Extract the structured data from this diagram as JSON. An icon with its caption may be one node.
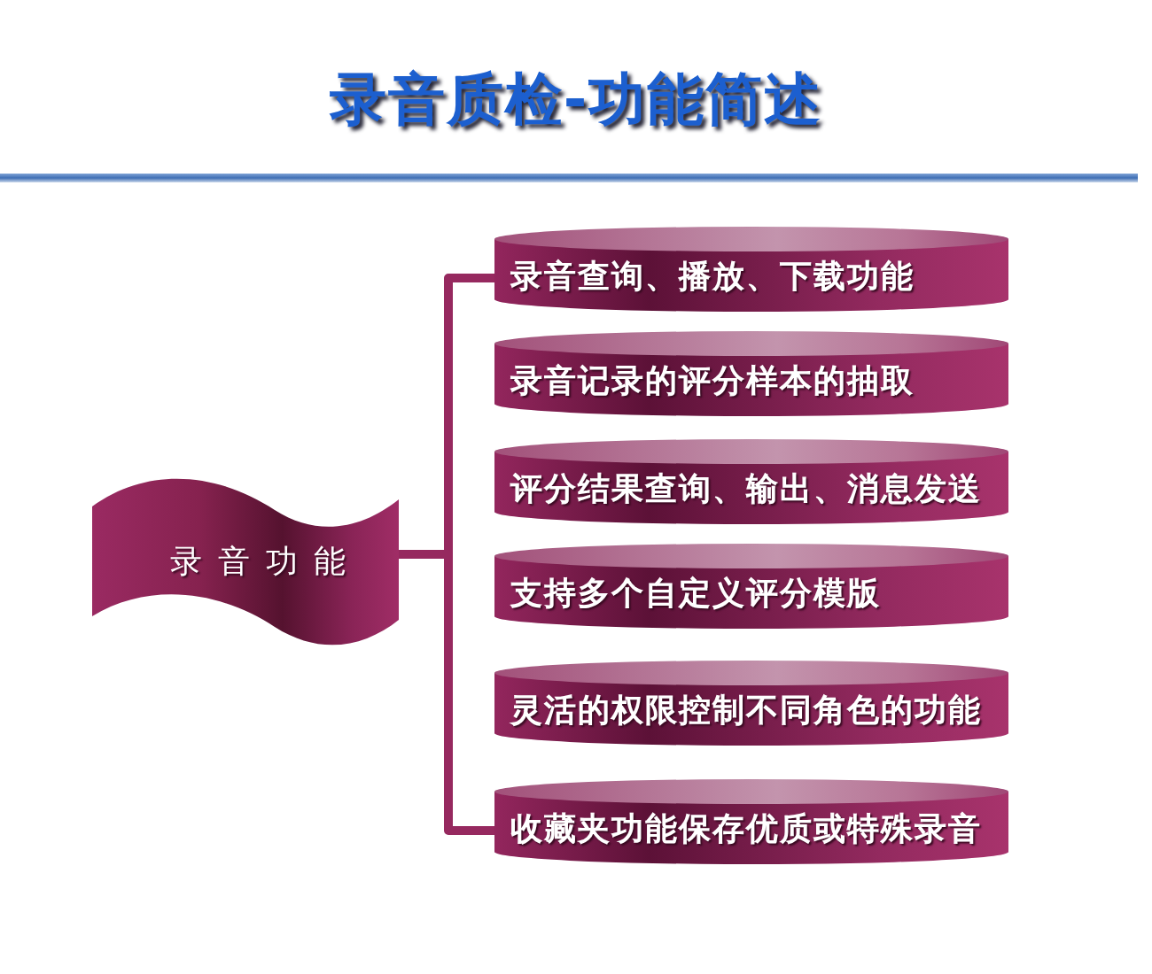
{
  "diagram": {
    "title": "录音质检-功能简述",
    "nodes": [
      {
        "text": [
          "录音功能"
        ]
      },
      {
        "text": [
          "录音查询、播放、下载功能"
        ]
      },
      {
        "text": [
          "录音记录的评分样本的抽取"
        ]
      },
      {
        "text": [
          "评分结果查询、输出、消息发送"
        ]
      },
      {
        "text": [
          "支持多个自定义评分模版"
        ]
      },
      {
        "text": [
          "灵活的权限控制不同角色的功能"
        ]
      },
      {
        "text": [
          "收藏夹功能保存优质或特殊录音"
        ]
      }
    ],
    "edges": [
      {
        "from": 0,
        "to": 1,
        "arrow": "none"
      },
      {
        "from": 0,
        "to": 6,
        "arrow": "none"
      }
    ]
  }
}
